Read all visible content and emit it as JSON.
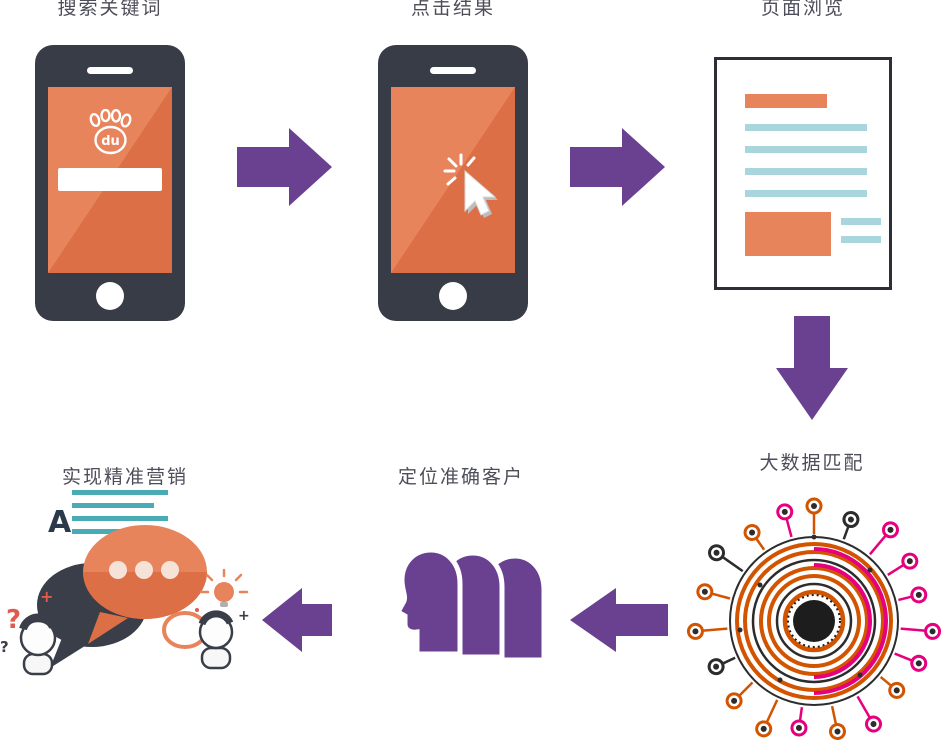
{
  "colors": {
    "purple": "#6a4190",
    "orange": "#e8845c",
    "orange_dark": "#dc6f45",
    "phone_body": "#383c46",
    "doc_line_blue": "#a9d5dc",
    "network_orange": "#d35400",
    "network_dark": "#2c2c2c",
    "network_pink": "#e6007e",
    "label_text": "#4e4e5a"
  },
  "labels": {
    "step1": "搜索关键词",
    "step2": "点击结果",
    "step3": "页面浏览",
    "step4": "大数据匹配",
    "step5": "定位准确客户",
    "step6": "实现精准营销"
  },
  "glyphs": {
    "baidu_logo_text": "du",
    "letter_a": "A",
    "question_mark": "?",
    "plus_sign": "+"
  }
}
